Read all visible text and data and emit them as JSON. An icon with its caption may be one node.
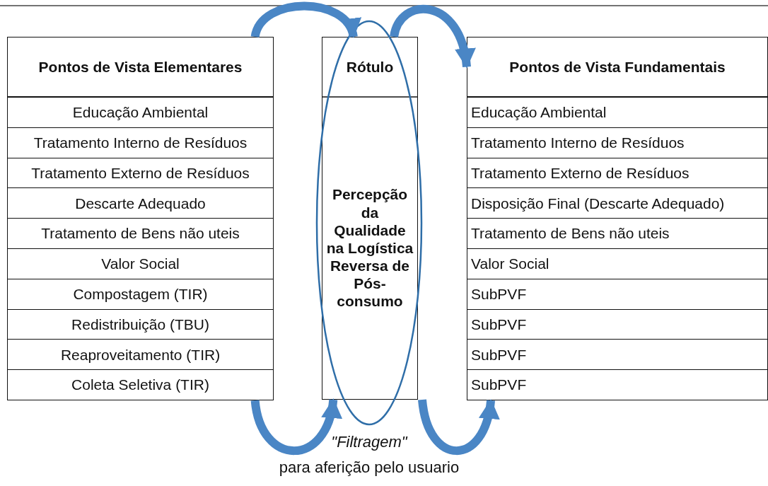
{
  "diagram": {
    "nodes": [
      {
        "text": [
          "Pontos de Vista Elementares"
        ]
      },
      {
        "text": [
          "Educação Ambiental"
        ]
      },
      {
        "text": [
          "Tratamento Interno de Resíduos"
        ]
      },
      {
        "text": [
          "Tratamento Externo de Resíduos"
        ]
      },
      {
        "text": [
          "Descarte Adequado"
        ]
      },
      {
        "text": [
          "Tratamento de Bens não uteis"
        ]
      },
      {
        "text": [
          "Valor Social"
        ]
      },
      {
        "text": [
          "Compostagem (TIR)"
        ]
      },
      {
        "text": [
          "Redistribuição (TBU)"
        ]
      },
      {
        "text": [
          "Reaproveitamento (TIR)"
        ]
      },
      {
        "text": [
          "Coleta Seletiva (TIR)"
        ]
      },
      {
        "text": [
          "Rótulo",
          "Percepção da Qualidade na Logística Reversa de Pós-consumo"
        ]
      },
      {
        "text": [
          "Pontos de Vista Fundamentais"
        ]
      },
      {
        "text": [
          "Educação Ambiental"
        ]
      },
      {
        "text": [
          "Tratamento Interno de Resíduos"
        ]
      },
      {
        "text": [
          "Tratamento Externo de Resíduos"
        ]
      },
      {
        "text": [
          "Disposição Final (Descarte Adequado)"
        ]
      },
      {
        "text": [
          "Tratamento de Bens não uteis"
        ]
      },
      {
        "text": [
          "Valor Social"
        ]
      },
      {
        "text": [
          "SubPVF"
        ]
      },
      {
        "text": [
          "SubPVF"
        ]
      },
      {
        "text": [
          "SubPVF"
        ]
      },
      {
        "text": [
          "SubPVF"
        ]
      }
    ],
    "edges": [
      {
        "from": 0,
        "to": 11,
        "arrow": "to"
      },
      {
        "from": 11,
        "to": 12,
        "arrow": "to"
      },
      {
        "from": 10,
        "to": 11,
        "arrow": "to"
      },
      {
        "from": 11,
        "to": 22,
        "arrow": "to"
      }
    ],
    "labels": [
      "\"Filtragem\"",
      "para aferição pelo usuario"
    ]
  }
}
